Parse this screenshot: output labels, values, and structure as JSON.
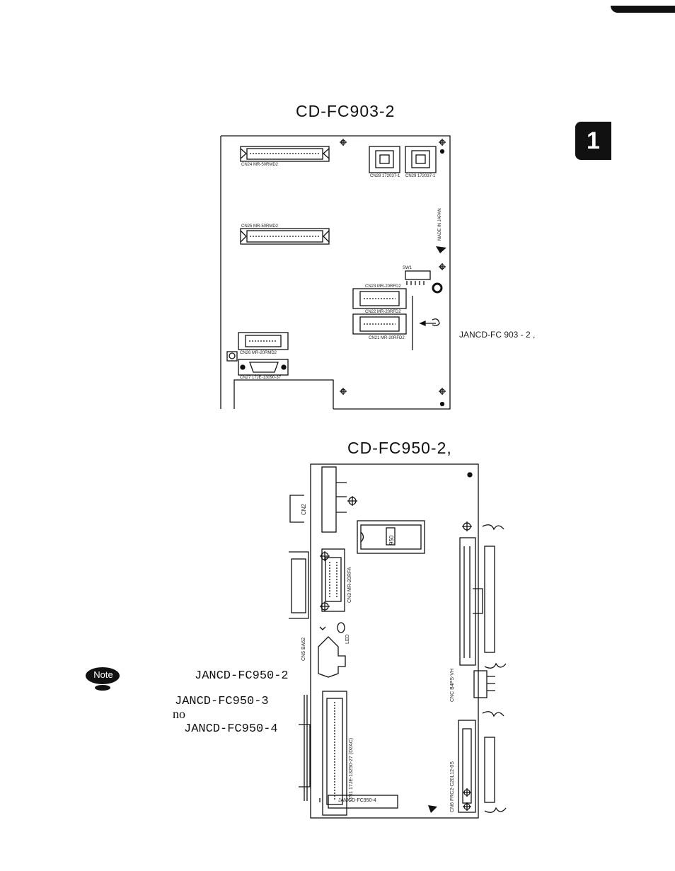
{
  "page": {
    "chapter_tab": "1",
    "figure1_title": "CD-FC903-2",
    "figure2_title": "CD-FC950-2,"
  },
  "board1": {
    "callout": "JANCD-FC 903 - 2 ,",
    "labels": {
      "cn24": "CN24 MR-50RMD2",
      "cn25": "CN25 MR-50RMD2",
      "cn28": "CN28 172037-1",
      "cn29": "CN29 172037-1",
      "cn23": "CN23 MR-20RFD2",
      "cn22": "CN22 MR-20RFD2",
      "cn21": "CN21 MR-20RFD2",
      "cn26": "CN26 MR-20RMD2",
      "cn27": "CN27 17JE-13090-37",
      "sw1": "SW1",
      "made_in_japan": "MADE IN JAPAN"
    }
  },
  "board2": {
    "labels": {
      "cn2": "CN2",
      "chip": "950",
      "cn3": "CN3 MR-20RFA",
      "led": "LED",
      "cn5": "CN5 BA62",
      "cnc_power": "CNC B4PS-VH",
      "cn1": "CN1 17JE-13250-27 (D2AC)",
      "cn6": "CN6 FRC2-C20L12-0S",
      "plate": "JAMCD-FC950-4"
    }
  },
  "note": {
    "icon_label": "Note",
    "line1": "JANCD-FC950-2",
    "line2": "JANCD-FC950-3",
    "line3": "no",
    "line4": "JANCD-FC950-4"
  }
}
